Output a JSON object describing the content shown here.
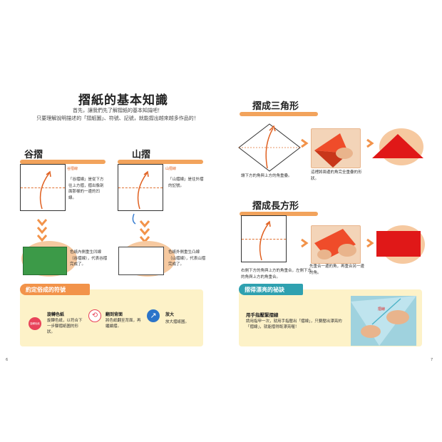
{
  "left_page": {
    "title": "摺紙的基本知識",
    "intro_line1": "首先，讓我們先了解摺紙的基本知識吧！",
    "intro_line2": "只要理解說明描述的「摺紙圖」、符號、記號，就能摺出越來越多作品的！",
    "valley": {
      "tab": "谷摺",
      "line_label": "谷摺線",
      "desc1": "「谷摺線」是從下方往上方摺，摺出像剖面那樣的一邊的凹線。",
      "desc2": "色紙內側重生凹線（谷摺線），代表谷摺完成了。"
    },
    "mountain": {
      "tab": "山摺",
      "line_label": "山摺線",
      "desc1": "「山摺線」是往外摺的記號。",
      "desc2": "色紙外側重生凸線（山摺線），代表山摺完成了。"
    },
    "legend": {
      "tab": "約定俗成的符號",
      "item1_head": "旋轉色紙",
      "item1_icon_text": "旋轉色紙",
      "item1_text": "旋轉色紙，以符合下一步驟摺紙圖的形狀。",
      "item2_head": "翻到背面",
      "item2_text": "將色紙翻至背面，再繼續摺。",
      "item3_head": "放大",
      "item3_text": "放大摺紙圖。"
    },
    "page_number": "6"
  },
  "right_page": {
    "triangle": {
      "title": "摺成三角形",
      "caption1": "讓下方的角與上方的角重疊。",
      "caption2": "這裡將兩邊的角完全重疊的形狀。"
    },
    "rectangle": {
      "title": "摺成長方形",
      "caption1": "右側下方的角與上方的角重合，左側下方的角與上方的角重合。",
      "caption2": "先重合一邊的角，再重合另一邊的角。"
    },
    "tips": {
      "tab": "摺得漂亮的祕訣",
      "head": "用手指壓緊摺線",
      "text": "請用指甲一次，就用手指壓出「摺線」，只要壓出漂亮的「摺線」，就能摺得既漂亮喔！",
      "photo_label": "摺線"
    },
    "page_number": "7"
  },
  "colors": {
    "accent_orange": "#f2934a",
    "tips_teal": "#2fa1b0",
    "paper_green": "#3c9a48",
    "paper_red": "#e01818",
    "panel_yellow": "#fdf2c8"
  }
}
